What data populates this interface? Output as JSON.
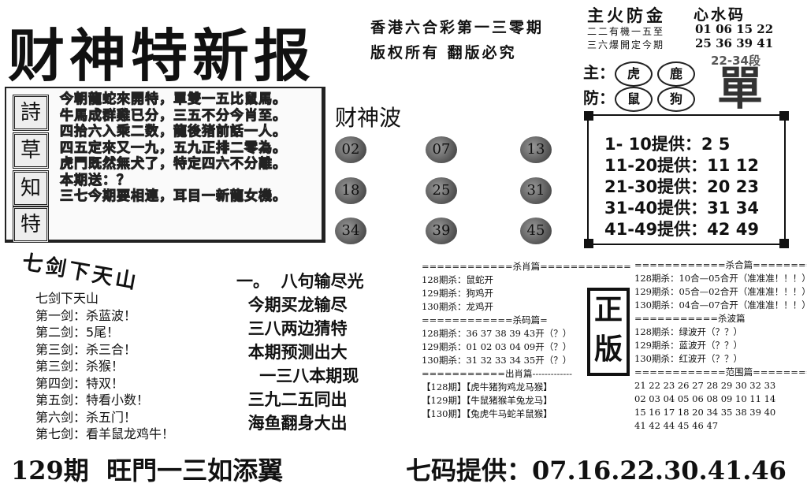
{
  "masthead": {
    "title": "财神特新报",
    "issue": "香港六合彩第一三零期",
    "copyright": "版权所有 翻版必究"
  },
  "top_right": {
    "element_title": "主火防金",
    "code_title": "心水码",
    "codes_row1": "01 06 15 22",
    "codes_row2": "25 36 39 41",
    "hint1": "二二有機一五至",
    "hint2": "三六爆開定今期",
    "segment": "22-34段",
    "single_char": "單",
    "main_label": "主：",
    "guard_label": "防：",
    "main_animals": [
      "虎",
      "鹿"
    ],
    "guard_animals": [
      "鼠",
      "狗"
    ]
  },
  "poem": {
    "side_chars": [
      "詩",
      "草",
      "知",
      "特"
    ],
    "lines": [
      "今朝龍蛇來開特，單雙一五比鼠馬。",
      "牛馬成群雞已分，三五不分今肖至。",
      "四拾六入乘二数，龍後猪前話一人。",
      "四五定來又一九，五九正排二零為。",
      "虎門既然無犬了，特定四六不分離。",
      "本期送：？",
      "三七今期要相連，耳目一新龍女機。"
    ]
  },
  "wave": {
    "title": "财神波",
    "balls": [
      "02",
      "07",
      "13",
      "18",
      "25",
      "31",
      "34",
      "39",
      "45"
    ]
  },
  "ranges": [
    {
      "label": "1- 10提供：",
      "values": "2  5"
    },
    {
      "label": "11-20提供：",
      "values": "11  12"
    },
    {
      "label": "21-30提供：",
      "values": "20  23"
    },
    {
      "label": "31-40提供：",
      "values": "31  34"
    },
    {
      "label": "41-49提供：",
      "values": "42  49"
    }
  ],
  "swords": {
    "banner": "七剑下天山",
    "heading": "七剑下天山",
    "lines": [
      "第一剑：杀蓝波！",
      "第二剑：5尾！",
      "第三剑：杀三合！",
      "第三剑：杀猴！",
      "第四剑：特双！",
      "第五剑：特看小数！",
      "第六剑：杀五门！",
      "第七剑：看羊鼠龙鸡牛！"
    ]
  },
  "verse": {
    "lines": [
      "一。  八句输尽光",
      "  今期买龙输尽",
      "  三八两边猜特",
      "  本期预测出大",
      "    一三八本期现",
      "  三九二五同出",
      "  海鱼翻身大出"
    ]
  },
  "kill_zodiac": {
    "header": "============杀肖篇============",
    "lines": [
      "128期杀：鼠蛇开",
      "129期杀：狗鸡开",
      "130期杀：龙鸡开"
    ]
  },
  "kill_numbers": {
    "header": "============杀码篇=",
    "lines": [
      "128期杀：36 37 38 39 43开（？）",
      "129期杀：01 02 03 04 09开（？）",
      "130期杀：31 32 33 34 35开（？）"
    ]
  },
  "out_zodiac": {
    "header": "===========出肖篇-------------",
    "lines": [
      "【128期】【虎牛猪狗鸡龙马猴】",
      "【129期】【牛鼠猪猴羊兔龙马】",
      "【130期】【兔虎牛马蛇羊鼠猴】"
    ]
  },
  "kill_combo": {
    "header": "============杀合篇============",
    "lines": [
      "128期杀：10合—05合开（准准准！！！）",
      "129期杀：05合—02合开（准准准！！！）",
      "130期杀：04合—07合开（准准准！！！）"
    ]
  },
  "kill_wave": {
    "header": "===========杀波篇",
    "lines": [
      "128期杀：绿波开（？？）",
      "129期杀：蓝波开（？？）",
      "130期杀：红波开（？？）"
    ]
  },
  "range_section": {
    "header": "============范围篇============",
    "lines": [
      "21 22 23 26 27 28 29 30 32 33",
      "02 03 04 05 06 08 09 10 11 14",
      "15 16 17 18 20 34 35 38 39 40",
      "41 42 44 45 46 47"
    ]
  },
  "stamp": "正版",
  "footer": {
    "left": "129期  旺門一三如添翼",
    "right": "七码提供：07.16.22.30.41.46"
  }
}
